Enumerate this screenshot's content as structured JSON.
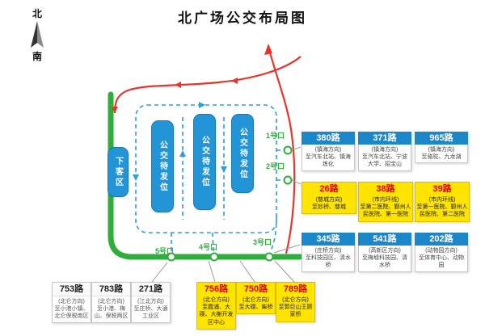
{
  "title": "北广场公交布局图",
  "compass": {
    "north": "北",
    "south": "南"
  },
  "diagram": {
    "drop_off_label": "下客区",
    "bay_label": "公交待发位",
    "gates": [
      "1号口",
      "2号口",
      "3号口",
      "4号口",
      "5号口"
    ]
  },
  "colors": {
    "road_green": "#2fae3c",
    "route_red": "#e8332a",
    "bay_blue": "#2395d6",
    "header_blue": "#1b87c9",
    "highlight_yellow": "#ffe400"
  },
  "routes": {
    "right_top": [
      {
        "number": "380路",
        "direction": "(镇海方向)",
        "destination": "至汽车北站、镇海炼化"
      },
      {
        "number": "371路",
        "direction": "(镇海方向)",
        "destination": "至汽车北站、宁波大学、招宝山"
      },
      {
        "number": "965路",
        "direction": "(镇海方向)",
        "destination": "至骆驼、九龙湖"
      }
    ],
    "right_middle": [
      {
        "number": "26路",
        "direction": "(慈城方向)",
        "destination": "至妙桥、慈城"
      },
      {
        "number": "38路",
        "direction": "(市内环线)",
        "destination": "至第二医院、鄞州人民医院、第一医院"
      },
      {
        "number": "39路",
        "direction": "(市内环线)",
        "destination": "至第一医院、鄞州人民医院、第二医院"
      }
    ],
    "right_bottom": [
      {
        "number": "345路",
        "direction": "(庄桥方向)",
        "destination": "至科技园区、清水桥"
      },
      {
        "number": "541路",
        "direction": "(高新区方向)",
        "destination": "至梅墟科技园、清水桥"
      },
      {
        "number": "202路",
        "direction": "(动物园方向)",
        "destination": "至体育中心、动物园"
      }
    ],
    "bottom_white": [
      {
        "number": "753路",
        "direction": "(北仑方向)",
        "destination": "至小港小镇、北仑保税南区"
      },
      {
        "number": "783路",
        "direction": "(北仑方向)",
        "destination": "至小港、梅山、保税两区"
      },
      {
        "number": "271路",
        "direction": "(江北方向)",
        "destination": "至庄桥、大通工业区"
      }
    ],
    "bottom_yellow": [
      {
        "number": "756路",
        "direction": "(北仑方向)",
        "destination": "至霞浦、大碶、大榭开发区中心"
      },
      {
        "number": "750路",
        "direction": "(北仑方向)",
        "destination": "至大碶、柴桥"
      },
      {
        "number": "789路",
        "direction": "(北仑方向)",
        "destination": "至郭巨山王顾家桥"
      }
    ]
  }
}
